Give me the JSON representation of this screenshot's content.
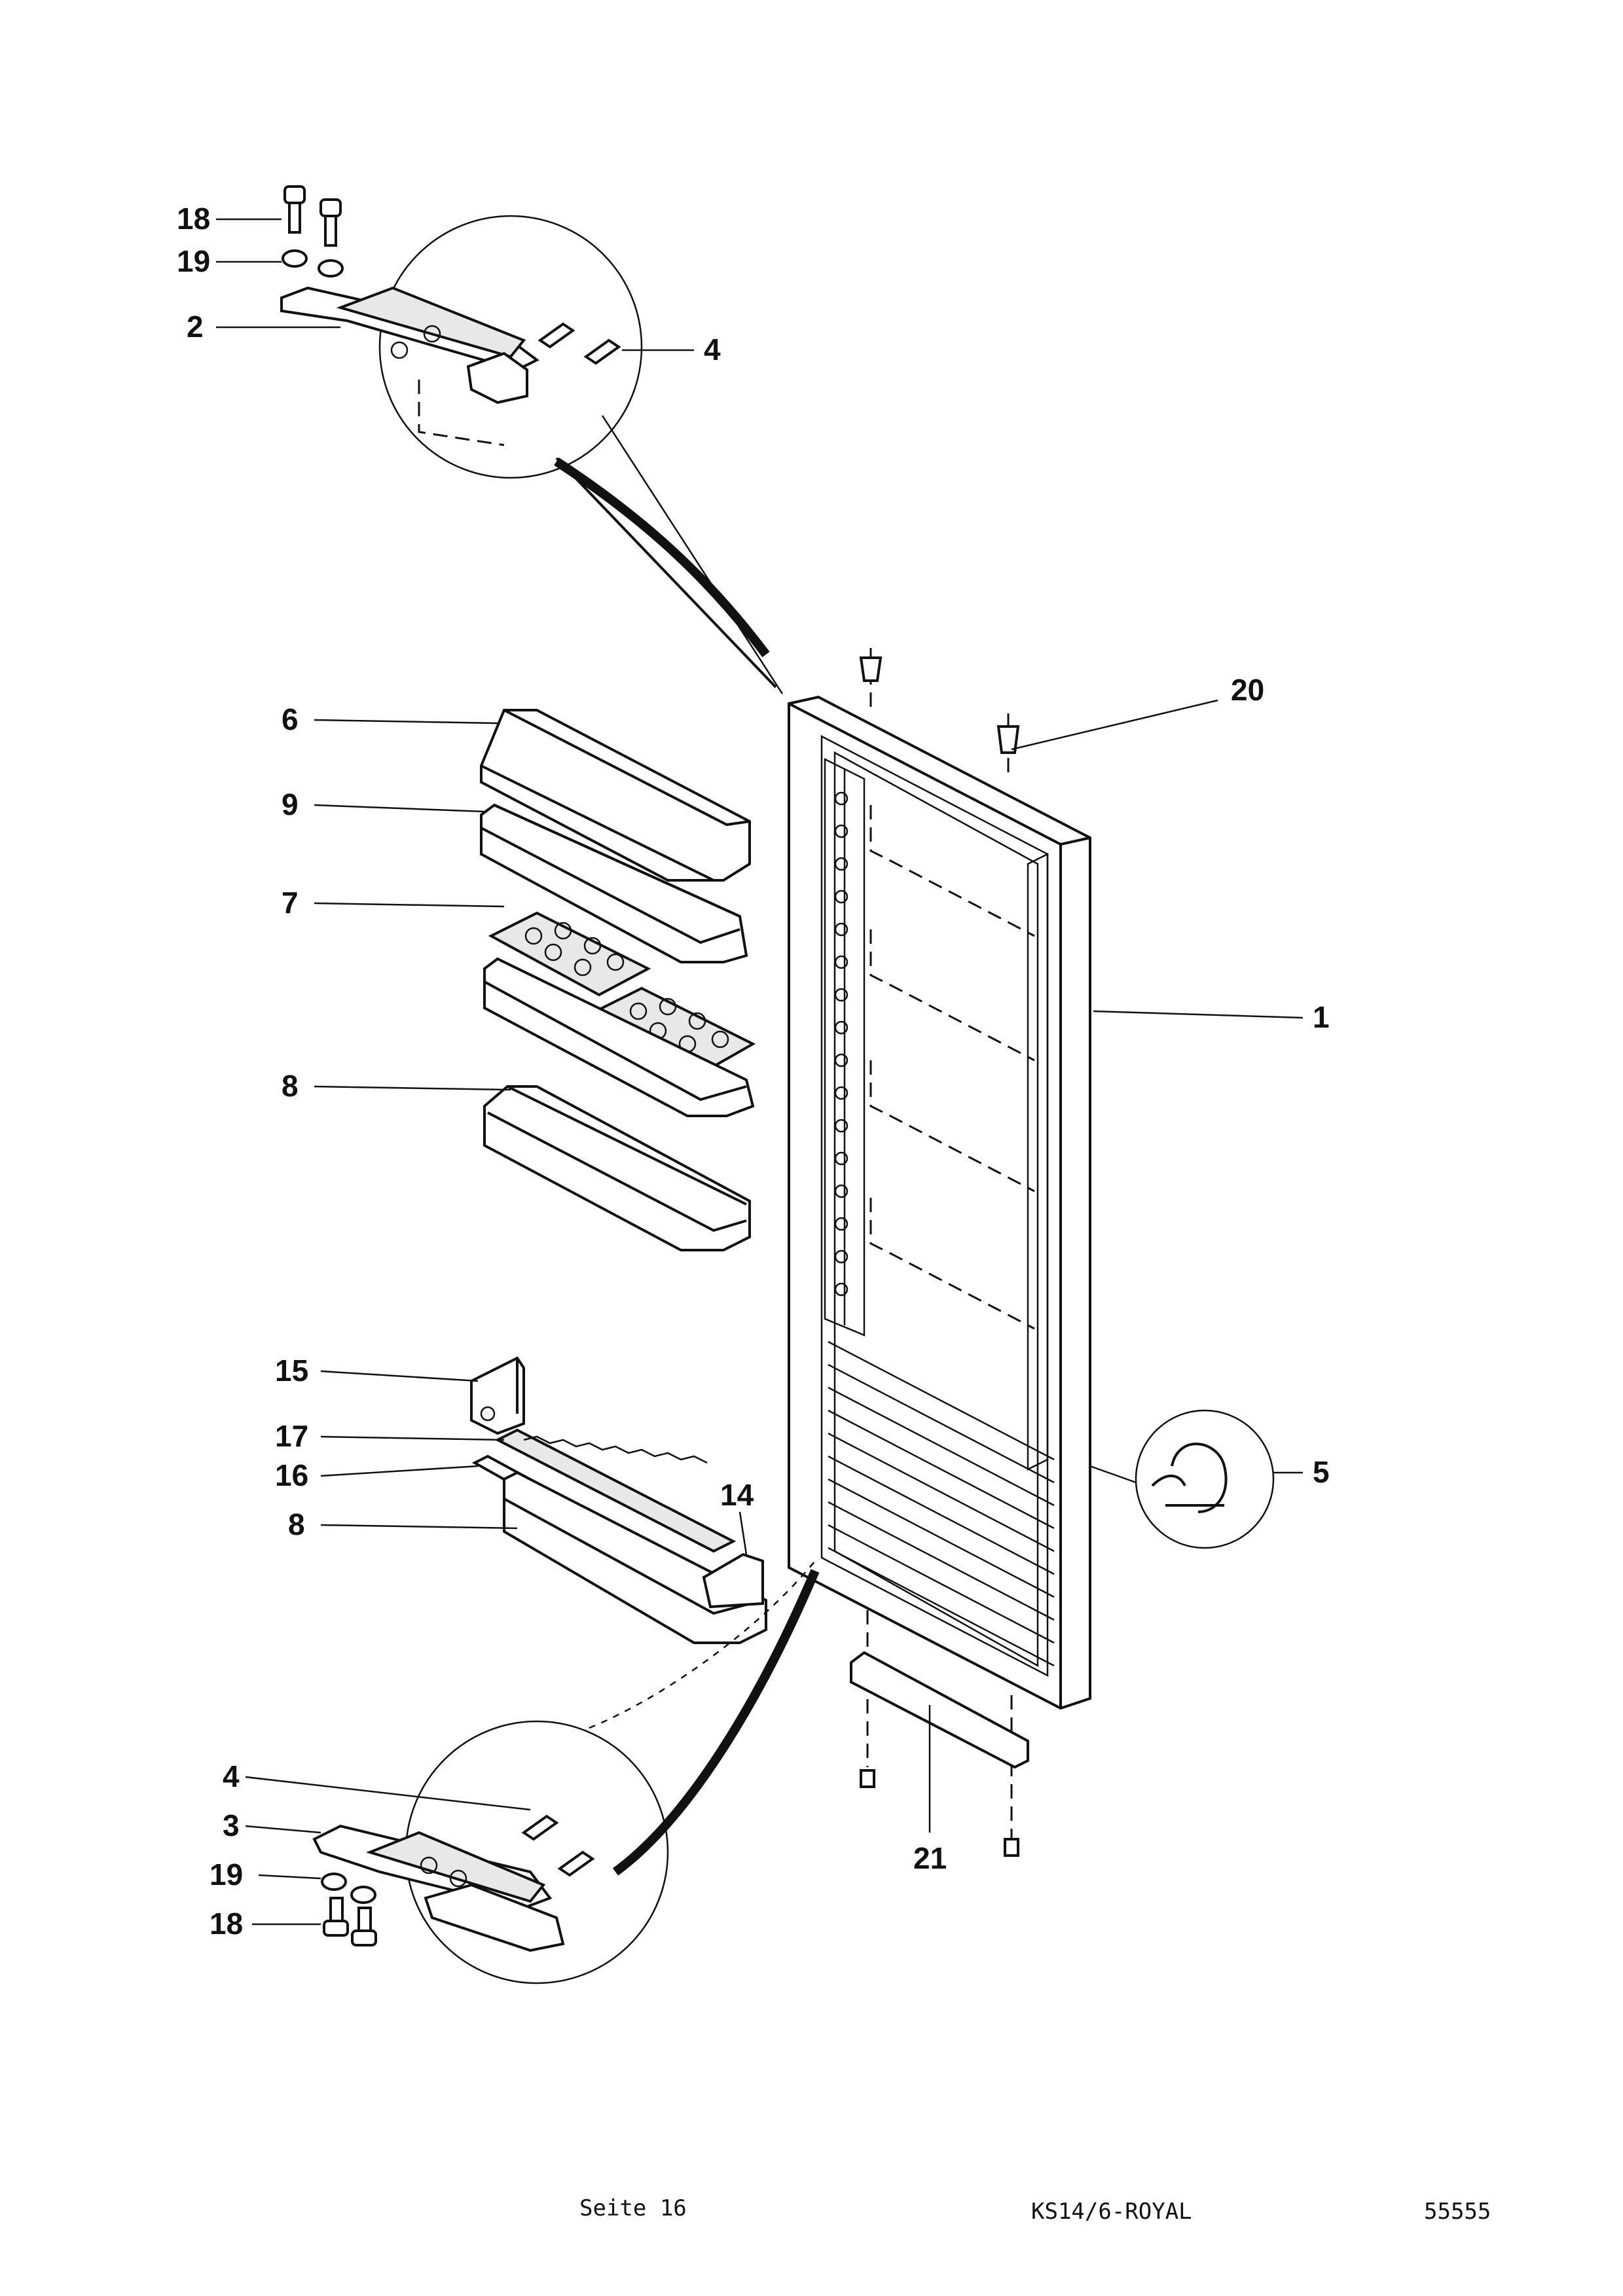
{
  "callouts": [
    {
      "id": "18-top",
      "text": "18"
    },
    {
      "id": "19-top",
      "text": "19"
    },
    {
      "id": "2",
      "text": "2"
    },
    {
      "id": "4-top",
      "text": "4"
    },
    {
      "id": "20",
      "text": "20"
    },
    {
      "id": "6",
      "text": "6"
    },
    {
      "id": "9",
      "text": "9"
    },
    {
      "id": "7",
      "text": "7"
    },
    {
      "id": "1",
      "text": "1"
    },
    {
      "id": "8-mid",
      "text": "8"
    },
    {
      "id": "15",
      "text": "15"
    },
    {
      "id": "17",
      "text": "17"
    },
    {
      "id": "16",
      "text": "16"
    },
    {
      "id": "14",
      "text": "14"
    },
    {
      "id": "5",
      "text": "5"
    },
    {
      "id": "8-low",
      "text": "8"
    },
    {
      "id": "4-bot",
      "text": "4"
    },
    {
      "id": "3",
      "text": "3"
    },
    {
      "id": "19-bot",
      "text": "19"
    },
    {
      "id": "18-bot",
      "text": "18"
    },
    {
      "id": "21",
      "text": "21"
    }
  ],
  "footer": {
    "page": "Seite 16",
    "model": "KS14/6-ROYAL",
    "code": "55555"
  }
}
